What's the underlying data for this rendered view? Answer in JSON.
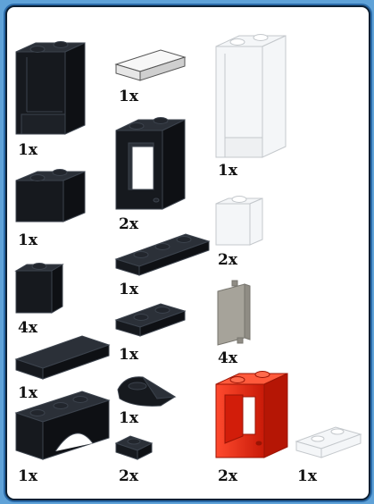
{
  "inventory": {
    "colors": {
      "black": "#16191e",
      "black_top": "#2b3038",
      "black_line": "#3c434d",
      "white": "#f7f7f7",
      "trans_clear": "#f4f6f8",
      "gray": "#a6a39a",
      "red": "#e8230f",
      "frame_bg": "#ffffff",
      "page_bg": "#5fa2d8"
    },
    "items": [
      {
        "part": "panel-1x2x2-black",
        "color": "black",
        "qty": "1x"
      },
      {
        "part": "brick-1x2-black",
        "color": "black",
        "qty": "1x"
      },
      {
        "part": "brick-1x1-black",
        "color": "black",
        "qty": "4x"
      },
      {
        "part": "tile-1x4-black",
        "color": "black",
        "qty": "1x"
      },
      {
        "part": "arch-1x4-black",
        "color": "black",
        "qty": "1x"
      },
      {
        "part": "tile-1x2-white",
        "color": "white",
        "qty": "1x"
      },
      {
        "part": "window-frame-1x2x3-black",
        "color": "black",
        "qty": "2x"
      },
      {
        "part": "plate-1x3-black",
        "color": "black",
        "qty": "1x"
      },
      {
        "part": "plate-1x2-black",
        "color": "black",
        "qty": "1x"
      },
      {
        "part": "plate-round-tooth-black",
        "color": "black",
        "qty": "1x"
      },
      {
        "part": "plate-1x1-black",
        "color": "black",
        "qty": "2x"
      },
      {
        "part": "panel-1x2x3-trans-clear",
        "color": "trans_clear",
        "qty": "1x"
      },
      {
        "part": "brick-1x1-trans-clear",
        "color": "trans_clear",
        "qty": "2x"
      },
      {
        "part": "glass-pane-gray",
        "color": "gray",
        "qty": "4x"
      },
      {
        "part": "window-frame-1x2x2-red",
        "color": "red",
        "qty": "2x"
      },
      {
        "part": "plate-1x2-trans-clear",
        "color": "trans_clear",
        "qty": "1x"
      }
    ]
  }
}
